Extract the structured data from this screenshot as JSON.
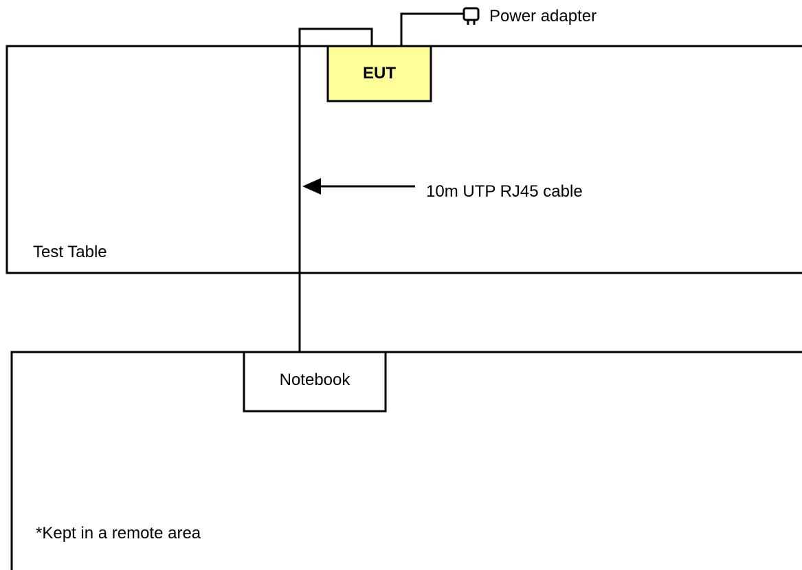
{
  "colors": {
    "eut_fill": "#FFFF99",
    "line": "#000000",
    "background": "#FFFFFF"
  },
  "icons": {
    "power_plug": "plug-icon"
  },
  "labels": {
    "power_adapter": "Power adapter",
    "eut": "EUT",
    "cable": "10m UTP RJ45 cable",
    "test_table": "Test Table",
    "notebook": "Notebook",
    "remote_note": "*Kept in a remote area"
  }
}
